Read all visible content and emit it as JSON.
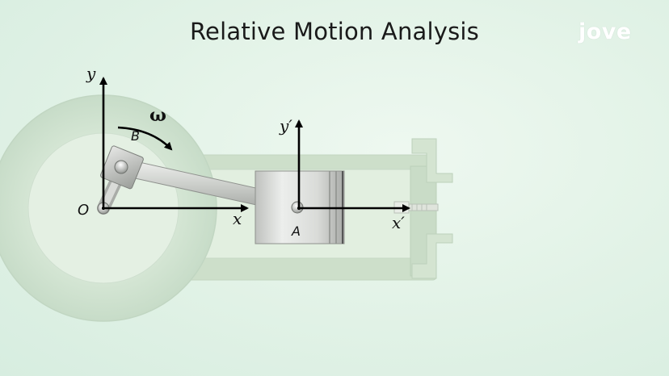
{
  "title": "Relative Motion Analysis",
  "logo": "jove",
  "labels": {
    "y": "y",
    "x": "x",
    "origin": "O",
    "pin": "B",
    "omega": "ω",
    "y_prime": "y′",
    "x_prime": "x′",
    "piston_point": "A"
  },
  "colors": {
    "background": "#e3f3e8",
    "flywheel": "#cfe3d0",
    "cylinder": "#cfe0cc",
    "piston": "#d7d9d6",
    "axes": "#000000"
  }
}
